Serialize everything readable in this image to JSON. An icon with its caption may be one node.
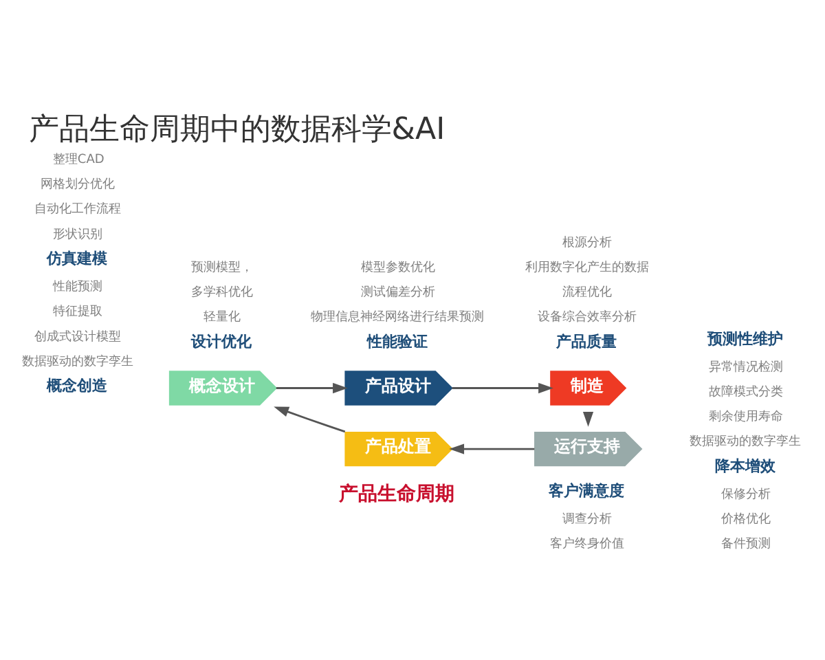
{
  "diagram": {
    "title": "产品生命周期中的数据科学&AI",
    "nodes": [
      {
        "text": [
          "概念设计"
        ]
      },
      {
        "text": [
          "产品设计"
        ]
      },
      {
        "text": [
          "制造"
        ]
      },
      {
        "text": [
          "运行支持"
        ]
      },
      {
        "text": [
          "产品处置"
        ]
      }
    ],
    "edges": [
      {
        "from": 0,
        "to": 1,
        "arrow": "to"
      },
      {
        "from": 1,
        "to": 2,
        "arrow": "to"
      },
      {
        "from": 2,
        "to": 3,
        "arrow": "to"
      },
      {
        "from": 3,
        "to": 4,
        "arrow": "to"
      },
      {
        "from": 4,
        "to": 0,
        "arrow": "to"
      }
    ],
    "labels": [
      "预测模型，",
      "多学科优化",
      "轻量化",
      "设计优化",
      "模型参数优化",
      "测试偏差分析",
      "物理信息神经网络进行结果预测",
      "性能验证",
      "根源分析",
      "利用数字化产生的数据",
      "流程优化",
      "设备综合效率分析",
      "产品质量",
      "整理CAD",
      "网格划分优化",
      "自动化工作流程",
      "形状识别",
      "仿真建模",
      "预测性维护",
      "异常情况检测",
      "故障模式分类",
      "剩余使用寿命",
      "数据驱动的数字孪生",
      "产品生命周期",
      "性能预测",
      "特征提取",
      "创成式设计模型",
      "数据驱动的数字孪生",
      "概念创造",
      "降本增效",
      "保修分析",
      "价格优化",
      "备件预测",
      "客户满意度",
      "调查分析",
      "客户终身价值"
    ]
  }
}
